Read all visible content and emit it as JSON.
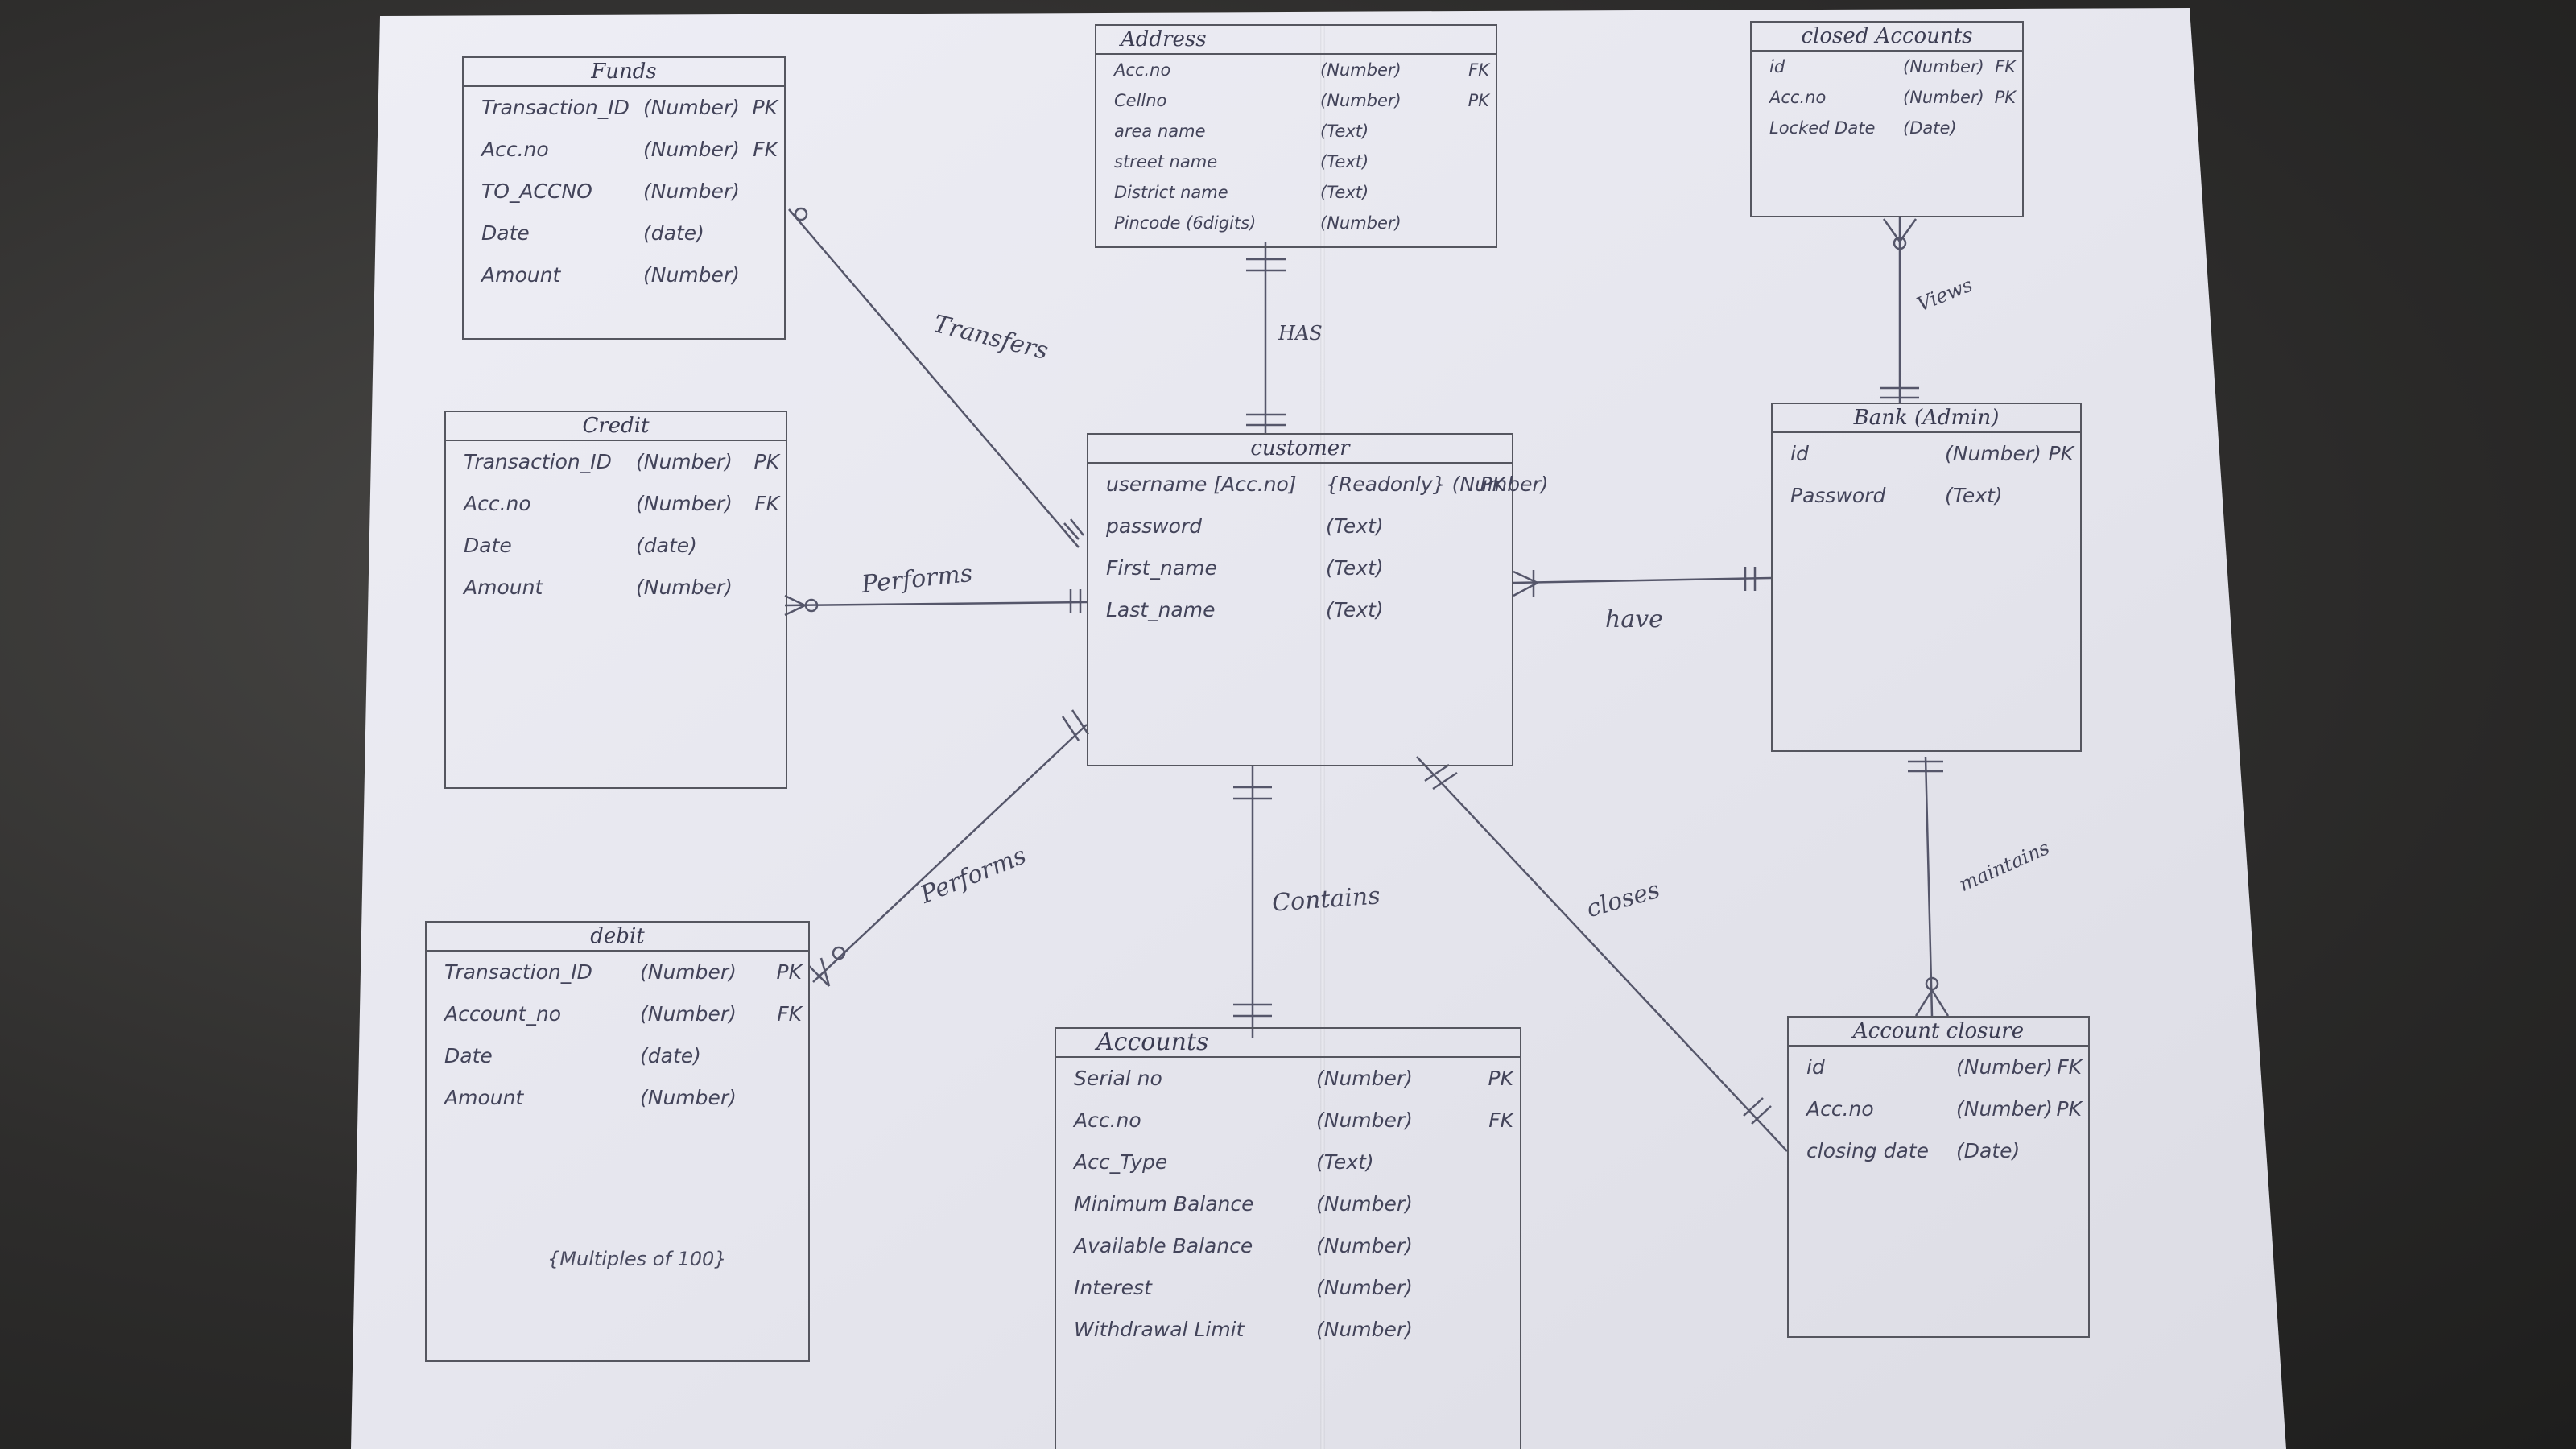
{
  "entities": {
    "funds": {
      "title": "Funds",
      "attributes": [
        {
          "name": "Transaction_ID",
          "type": "(Number)",
          "key": "PK"
        },
        {
          "name": "Acc.no",
          "type": "(Number)",
          "key": "FK"
        },
        {
          "name": "TO_ACCNO",
          "type": "(Number)",
          "key": ""
        },
        {
          "name": "Date",
          "type": "(date)",
          "key": ""
        },
        {
          "name": "Amount",
          "type": "(Number)",
          "key": ""
        }
      ]
    },
    "address": {
      "title": "Address",
      "attributes": [
        {
          "name": "Acc.no",
          "type": "(Number)",
          "key": "FK"
        },
        {
          "name": "Cellno",
          "type": "(Number)",
          "key": "PK"
        },
        {
          "name": "area name",
          "type": "(Text)",
          "key": ""
        },
        {
          "name": "street name",
          "type": "(Text)",
          "key": ""
        },
        {
          "name": "District name",
          "type": "(Text)",
          "key": ""
        },
        {
          "name": "Pincode (6digits)",
          "type": "(Number)",
          "key": ""
        }
      ]
    },
    "closed_accounts": {
      "title": "closed Accounts",
      "attributes": [
        {
          "name": "id",
          "type": "(Number)",
          "key": "FK"
        },
        {
          "name": "Acc.no",
          "type": "(Number)",
          "key": "PK"
        },
        {
          "name": "Locked Date",
          "type": "(Date)",
          "key": ""
        }
      ]
    },
    "credit": {
      "title": "Credit",
      "attributes": [
        {
          "name": "Transaction_ID",
          "type": "(Number)",
          "key": "PK"
        },
        {
          "name": "Acc.no",
          "type": "(Number)",
          "key": "FK"
        },
        {
          "name": "Date",
          "type": "(date)",
          "key": ""
        },
        {
          "name": "Amount",
          "type": "(Number)",
          "key": ""
        }
      ]
    },
    "customer": {
      "title": "customer",
      "attributes": [
        {
          "name": "username [Acc.no]",
          "type": "{Readonly} (Number)",
          "key": "PK"
        },
        {
          "name": "password",
          "type": "(Text)",
          "key": ""
        },
        {
          "name": "First_name",
          "type": "(Text)",
          "key": ""
        },
        {
          "name": "Last_name",
          "type": "(Text)",
          "key": ""
        }
      ]
    },
    "bank": {
      "title": "Bank (Admin)",
      "attributes": [
        {
          "name": "id",
          "type": "(Number)",
          "key": "PK"
        },
        {
          "name": "Password",
          "type": "(Text)",
          "key": ""
        }
      ]
    },
    "debit": {
      "title": "debit",
      "attributes": [
        {
          "name": "Transaction_ID",
          "type": "(Number)",
          "key": "PK"
        },
        {
          "name": "Account_no",
          "type": "(Number)",
          "key": "FK"
        },
        {
          "name": "Date",
          "type": "(date)",
          "key": ""
        },
        {
          "name": "Amount",
          "type": "(Number)",
          "key": ""
        }
      ],
      "note": "{Multiples of 100}"
    },
    "accounts": {
      "title": "Accounts",
      "attributes": [
        {
          "name": "Serial no",
          "type": "(Number)",
          "key": "PK"
        },
        {
          "name": "Acc.no",
          "type": "(Number)",
          "key": "FK"
        },
        {
          "name": "Acc_Type",
          "type": "(Text)",
          "key": ""
        },
        {
          "name": "Minimum Balance",
          "type": "(Number)",
          "key": ""
        },
        {
          "name": "Available Balance",
          "type": "(Number)",
          "key": ""
        },
        {
          "name": "Interest",
          "type": "(Number)",
          "key": ""
        },
        {
          "name": "Withdrawal Limit",
          "type": "(Number)",
          "key": ""
        }
      ]
    },
    "account_closure": {
      "title": "Account closure",
      "attributes": [
        {
          "name": "id",
          "type": "(Number)",
          "key": "FK"
        },
        {
          "name": "Acc.no",
          "type": "(Number)",
          "key": "PK"
        },
        {
          "name": "closing date",
          "type": "(Date)",
          "key": ""
        }
      ]
    }
  },
  "relationships": {
    "transfers": "Transfers",
    "has": "HAS",
    "views": "Views",
    "performs_credit": "Performs",
    "have": "have",
    "performs_debit": "Performs",
    "contains": "Contains",
    "closes": "closes",
    "maintains": "maintains"
  },
  "colors": {
    "paper": "#e9e9f1",
    "ink": "#4a4b5e",
    "background": "#343332"
  }
}
